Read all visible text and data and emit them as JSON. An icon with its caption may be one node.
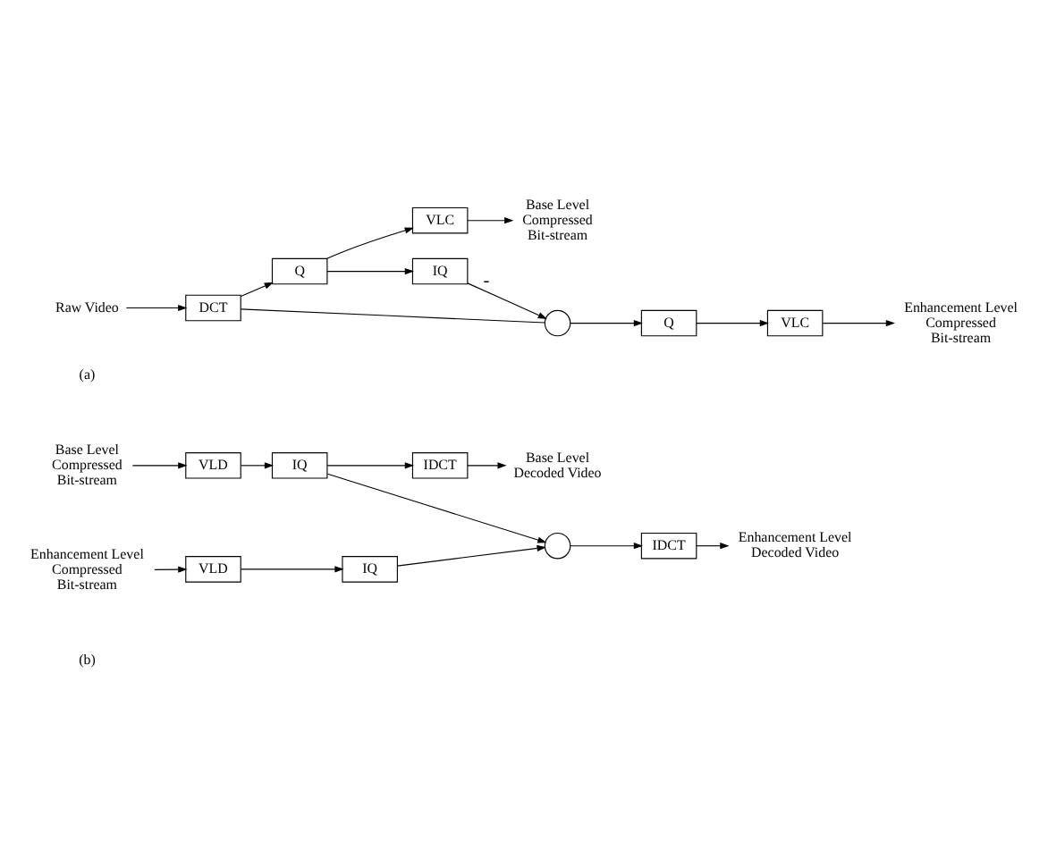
{
  "diagram": {
    "nodes": [
      {
        "text": [
          "Raw Video"
        ]
      },
      {
        "text": [
          "DCT"
        ]
      },
      {
        "text": [
          "Q"
        ]
      },
      {
        "text": [
          "VLC"
        ]
      },
      {
        "text": [
          "Base Level Compressed Bit-stream"
        ]
      },
      {
        "text": [
          "IQ"
        ]
      },
      {
        "text": [],
        "shape": "circle"
      },
      {
        "text": [
          "Q"
        ]
      },
      {
        "text": [
          "VLC"
        ]
      },
      {
        "text": [
          "Enhancement Level Compressed Bit-stream"
        ]
      },
      {
        "text": [
          "Base Level Compressed Bit-stream"
        ]
      },
      {
        "text": [
          "VLD"
        ]
      },
      {
        "text": [
          "IQ"
        ]
      },
      {
        "text": [
          "IDCT"
        ]
      },
      {
        "text": [
          "Base Level Decoded Video"
        ]
      },
      {
        "text": [
          "Enhancement Level Compressed Bit-stream"
        ]
      },
      {
        "text": [
          "VLD"
        ]
      },
      {
        "text": [
          "IQ"
        ]
      },
      {
        "text": [],
        "shape": "circle"
      },
      {
        "text": [
          "IDCT"
        ]
      },
      {
        "text": [
          "Enhancement Level Decoded Video"
        ]
      }
    ],
    "edges": [
      {
        "from": 0,
        "to": 1,
        "arrow": "to"
      },
      {
        "from": 1,
        "to": 2,
        "arrow": "to"
      },
      {
        "from": 2,
        "to": 3,
        "arrow": "to"
      },
      {
        "from": 3,
        "to": 4,
        "arrow": "to"
      },
      {
        "from": 2,
        "to": 5,
        "arrow": "to"
      },
      {
        "from": 5,
        "to": 6,
        "arrow": "to",
        "label": "-"
      },
      {
        "from": 1,
        "to": 6,
        "arrow": "none"
      },
      {
        "from": 6,
        "to": 7,
        "arrow": "to"
      },
      {
        "from": 7,
        "to": 8,
        "arrow": "to"
      },
      {
        "from": 8,
        "to": 9,
        "arrow": "to"
      },
      {
        "from": 10,
        "to": 11,
        "arrow": "to"
      },
      {
        "from": 11,
        "to": 12,
        "arrow": "to"
      },
      {
        "from": 12,
        "to": 13,
        "arrow": "to"
      },
      {
        "from": 13,
        "to": 14,
        "arrow": "to"
      },
      {
        "from": 12,
        "to": 18,
        "arrow": "to"
      },
      {
        "from": 15,
        "to": 16,
        "arrow": "to"
      },
      {
        "from": 16,
        "to": 17,
        "arrow": "to"
      },
      {
        "from": 17,
        "to": 18,
        "arrow": "to"
      },
      {
        "from": 18,
        "to": 19,
        "arrow": "to"
      },
      {
        "from": 19,
        "to": 20,
        "arrow": "to"
      }
    ],
    "labels": [
      "(a)",
      "(b)"
    ]
  }
}
